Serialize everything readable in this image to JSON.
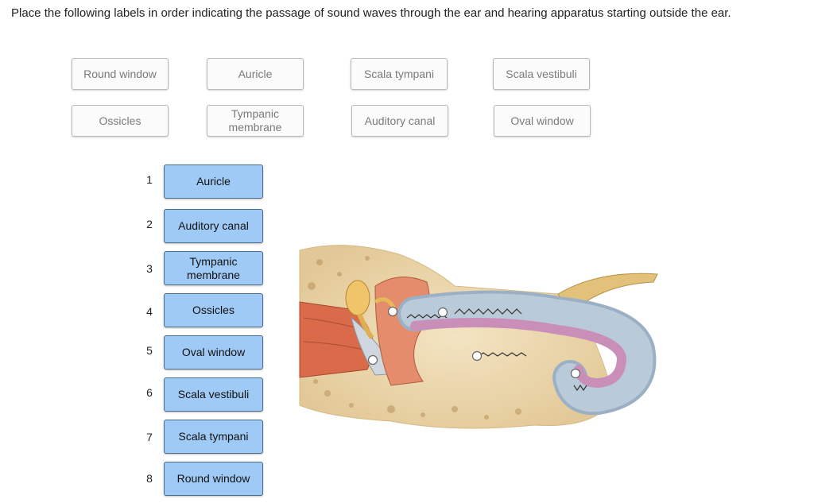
{
  "question": "Place the following labels in order indicating the passage of sound waves through the ear and hearing apparatus starting outside the ear.",
  "bank": [
    "Round window",
    "Auricle",
    "Scala tympani",
    "Scala vestibuli",
    "Ossicles",
    "Tympanic membrane",
    "Auditory canal",
    "Oval window"
  ],
  "slots": [
    {
      "num": "1",
      "label": "Auricle"
    },
    {
      "num": "2",
      "label": "Auditory canal"
    },
    {
      "num": "3",
      "label": "Tympanic membrane"
    },
    {
      "num": "4",
      "label": "Ossicles"
    },
    {
      "num": "5",
      "label": "Oval window"
    },
    {
      "num": "6",
      "label": "Scala vestibuli"
    },
    {
      "num": "7",
      "label": "Scala tympani"
    },
    {
      "num": "8",
      "label": "Round window"
    }
  ],
  "colors": {
    "slot_fill": "#9fcaf5",
    "bone": "#ead8b0",
    "cochlea_outer": "#9bb0c4",
    "cochlea_inner": "#c98fb8"
  }
}
